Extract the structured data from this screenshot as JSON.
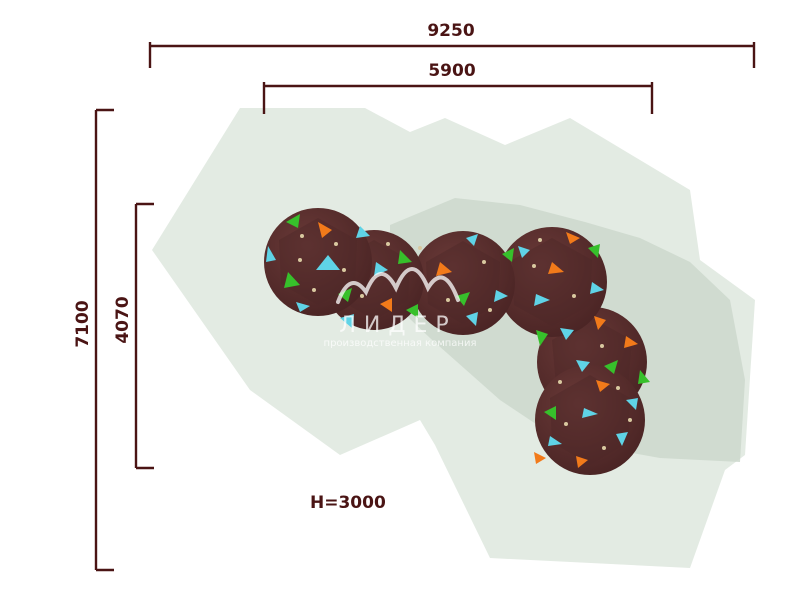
{
  "dimensions": {
    "overall_width": "9250",
    "inner_width": "5900",
    "overall_depth": "7100",
    "inner_depth": "4070",
    "height": "H=3000"
  },
  "watermark": {
    "brand": "ЛИДЕР",
    "tagline": "производственная компания"
  },
  "colors": {
    "dimension_line": "#4a1414",
    "safety_zone": "#e3ebe3",
    "shadow": "#cdd8cd",
    "dome_body": "#5a3030",
    "dome_panel_dark": "#4e2828",
    "accent_cyan": "#5fd3e6",
    "accent_green": "#37c02b",
    "accent_orange": "#f27a1a"
  },
  "icons": {
    "dome_module": "geodesic-dome-icon",
    "climbing_hold": "climbing-hold-icon"
  }
}
